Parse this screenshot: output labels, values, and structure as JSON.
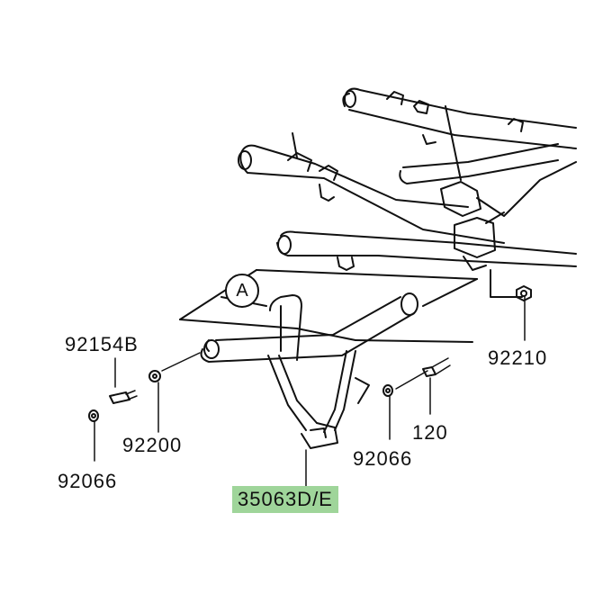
{
  "callout": {
    "ref_letter": "A"
  },
  "parts": {
    "p92154B": "92154B",
    "p92210": "92210",
    "p92200": "92200",
    "p120": "120",
    "p92066_left": "92066",
    "p92066_right": "92066",
    "p35063": "35063D/E"
  },
  "colors": {
    "highlight": "#9fd59a",
    "line": "#111111"
  }
}
